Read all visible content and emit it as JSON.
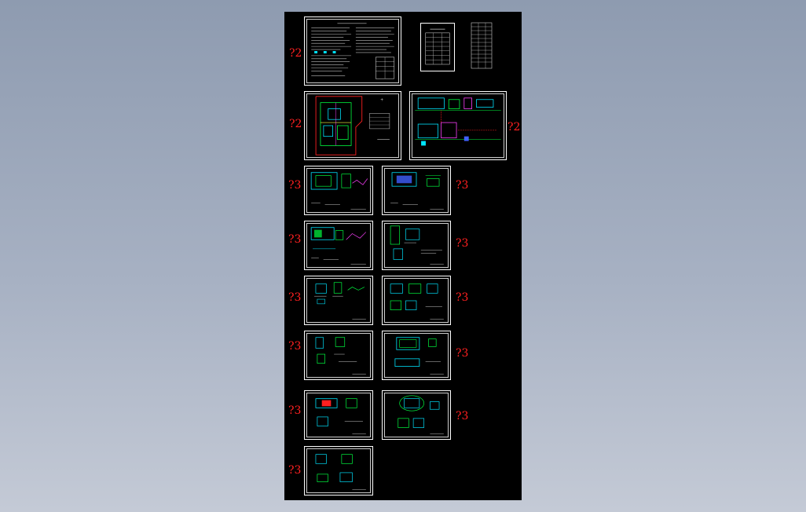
{
  "viewport": {
    "background_colors": [
      "#8e9bb0",
      "#c4cad6"
    ],
    "canvas_color": "#000000"
  },
  "colors": {
    "label": "#ff2020",
    "border": "#ffffff",
    "cyan": "#00e5ff",
    "green": "#00ff40",
    "magenta": "#ff40ff",
    "red": "#ff2020",
    "blue": "#4060ff"
  },
  "sheets": [
    {
      "id": "cover",
      "label": ""
    },
    {
      "id": "table-a",
      "label": ""
    },
    {
      "id": "table-b",
      "label": ""
    },
    {
      "id": "site-plan",
      "label": "?2"
    },
    {
      "id": "elevation",
      "label": "?2"
    },
    {
      "id": "detail-1",
      "label": "?3"
    },
    {
      "id": "detail-2",
      "label": "?3"
    },
    {
      "id": "detail-3",
      "label": "?3"
    },
    {
      "id": "detail-4",
      "label": "?3"
    },
    {
      "id": "detail-5",
      "label": "?3"
    },
    {
      "id": "detail-6",
      "label": "?3"
    },
    {
      "id": "detail-7",
      "label": "?3"
    },
    {
      "id": "detail-8",
      "label": "?3"
    },
    {
      "id": "detail-9",
      "label": "?3"
    },
    {
      "id": "detail-10",
      "label": "?3"
    },
    {
      "id": "detail-11",
      "label": "?3"
    }
  ],
  "cover_label": "?2"
}
